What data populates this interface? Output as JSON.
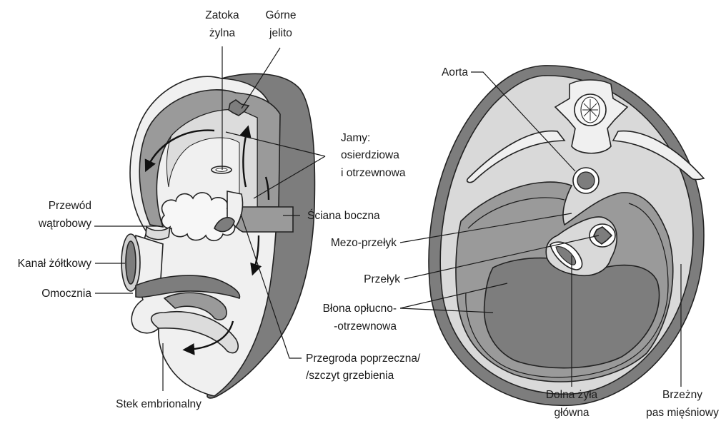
{
  "left_figure": {
    "labels": {
      "zatoka": [
        "Zatoka",
        "żylna"
      ],
      "gorne": [
        "Górne",
        "jelito"
      ],
      "jamy": [
        "Jamy:",
        "osierdziowa",
        "i otrzewnowa"
      ],
      "przewod": [
        "Przewód",
        "wątrobowy"
      ],
      "sciana": "Ściana boczna",
      "kanal": "Kanał żółtkowy",
      "omocznia": "Omocznia",
      "przegroda": [
        "Przegroda poprzeczna/",
        "/szczyt grzebienia"
      ],
      "stek": "Stek embrionalny"
    }
  },
  "right_figure": {
    "labels": {
      "aorta": "Aorta",
      "mezo": "Mezo-przełyk",
      "przelyk": "Przełyk",
      "blona": [
        "Błona opłucno-",
        "-otrzewnowa"
      ],
      "dolna": [
        "Dolna żyła",
        "główna"
      ],
      "brzezny": [
        "Brzeżny",
        "pas mięśniowy"
      ]
    }
  },
  "colors": {
    "dark_gray": "#7d7d7d",
    "medium_gray": "#9a9a9a",
    "light_gray": "#d9d9d9",
    "very_light_gray": "#f0f0f0",
    "outline": "#222222"
  }
}
